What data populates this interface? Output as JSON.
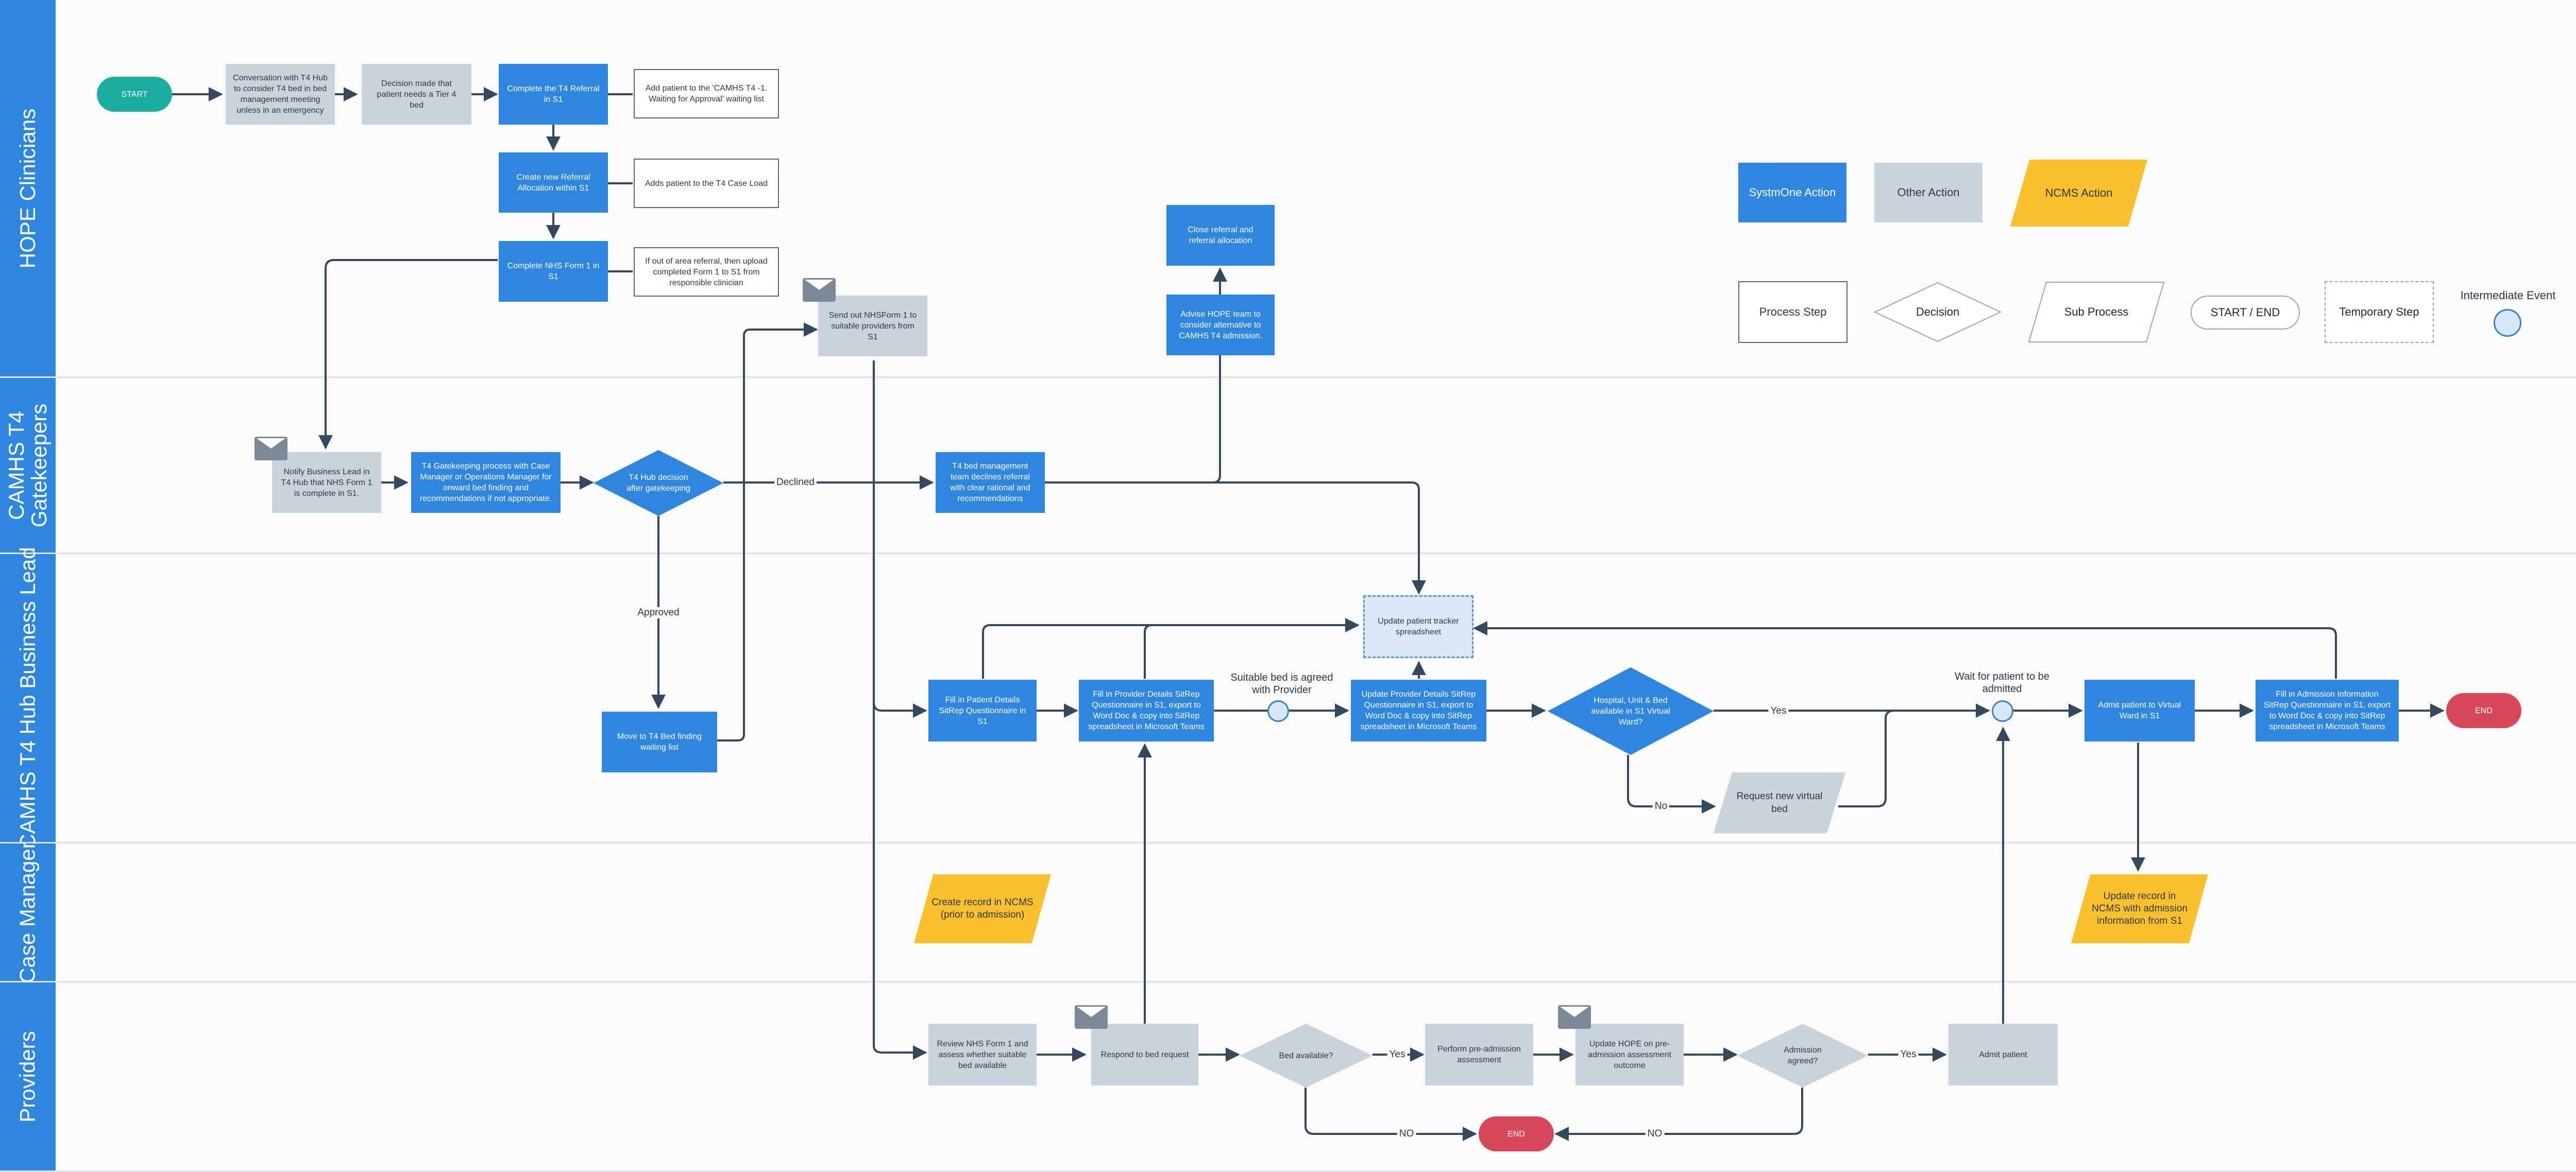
{
  "lanes": [
    {
      "label": "HOPE Clinicians"
    },
    {
      "label": "CAMHS T4\nGatekeepers"
    },
    {
      "label": "CAMHS T4 Hub Business Lead"
    },
    {
      "label": "Case Manager"
    },
    {
      "label": "Providers"
    }
  ],
  "nodes": {
    "start": "START",
    "conversation": "Conversation with T4 Hub to consider T4 bed in bed management meeting unless in an emergency",
    "decision_tier4": "Decision made that patient needs a Tier 4 bed",
    "complete_referral": "Complete the T4 Referral in S1",
    "add_waiting": "Add patient to the 'CAMHS T4 -1. Waiting for Approval' waiting list",
    "create_allocation": "Create new Referral Allocation within S1",
    "add_caseload": "Adds patient to the T4 Case Load",
    "complete_form": "Complete NHS Form 1 in S1",
    "upload_form": "If out of area referral, then upload completed Form 1 to S1 from responsible clinician",
    "close_referral": "Close referral and referral allocation",
    "advise_hope": "Advise HOPE team to consider alternative to CAMHS T4 admission.",
    "send_form": "Send out NHSForm 1 to suitable providers from S1",
    "notify_lead": "Notify Business Lead in T4 Hub that NHS Form 1 is complete in S1.",
    "gatekeeping": "T4 Gatekeeping process with Case Manager or Operations Manager for onward bed finding and recommendations if not appropriate.",
    "hub_decision": "T4 Hub decision after gatekeeping",
    "declines": "T4 bed management team declines referral with clear rational and recommendations",
    "move_list": "Move to T4 Bed finding waiting list",
    "patient_details": "Fill in Patient Details SitRep Questionnaire in S1",
    "provider_details": "Fill in Provider Details SitRep Questionnaire in S1, export to Word Doc & copy into SitRep spreadsheet in Microsoft Teams",
    "update_tracker": "Update patient tracker spreadsheet",
    "update_provider": "Update Provider Details SitRep Questionnaire in S1, export to Word Doc & copy into SitRep spreadsheet in Microsoft Teams",
    "hospital_decision": "Hospital, Unit & Bed available in S1 Virtual Ward?",
    "request_bed": "Request new virtual bed",
    "admit_virtual": "Admit patient to Virtual Ward in S1",
    "admission_info": "Fill in Admission Information SitRep Questionnaire in S1, export to Word Doc & copy into SitRep spreadsheet in Microsoft Teams",
    "end_main": "END",
    "create_ncms": "Create record in NCMS (prior to admission)",
    "update_ncms": "Update record in NCMS with admission information from S1",
    "review_form": "Review NHS Form 1 and assess whether suitable bed available",
    "respond_bed": "Respond to bed request",
    "bed_available": "Bed available?",
    "pre_admission": "Perform pre-admission assessment",
    "update_hope": "Update HOPE on pre-admission assessment outcome",
    "admission_agreed": "Admission agreed?",
    "admit_patient": "Admit patient",
    "end_providers": "END"
  },
  "captions": {
    "suitable_bed": "Suitable bed is agreed with Provider",
    "wait_admit": "Wait for patient to be admitted"
  },
  "edge_labels": {
    "declined": "Declined",
    "approved": "Approved",
    "yes1": "Yes",
    "no1": "No",
    "yes2": "Yes",
    "yes3": "Yes",
    "no2": "NO",
    "no3": "NO"
  },
  "legend": {
    "systmone": "SystmOne Action",
    "other": "Other Action",
    "ncms": "NCMS Action",
    "process": "Process Step",
    "decision": "Decision",
    "subprocess": "Sub Process",
    "startend": "START / END",
    "temporary": "Temporary Step",
    "intermediate": "Intermediate Event"
  },
  "colors": {
    "systmone": "#2e86de",
    "other": "#c9d3dc",
    "ncms": "#fbc02d",
    "start": "#1aae9f",
    "end": "#d9475a",
    "lane_label": "#2e86de"
  }
}
